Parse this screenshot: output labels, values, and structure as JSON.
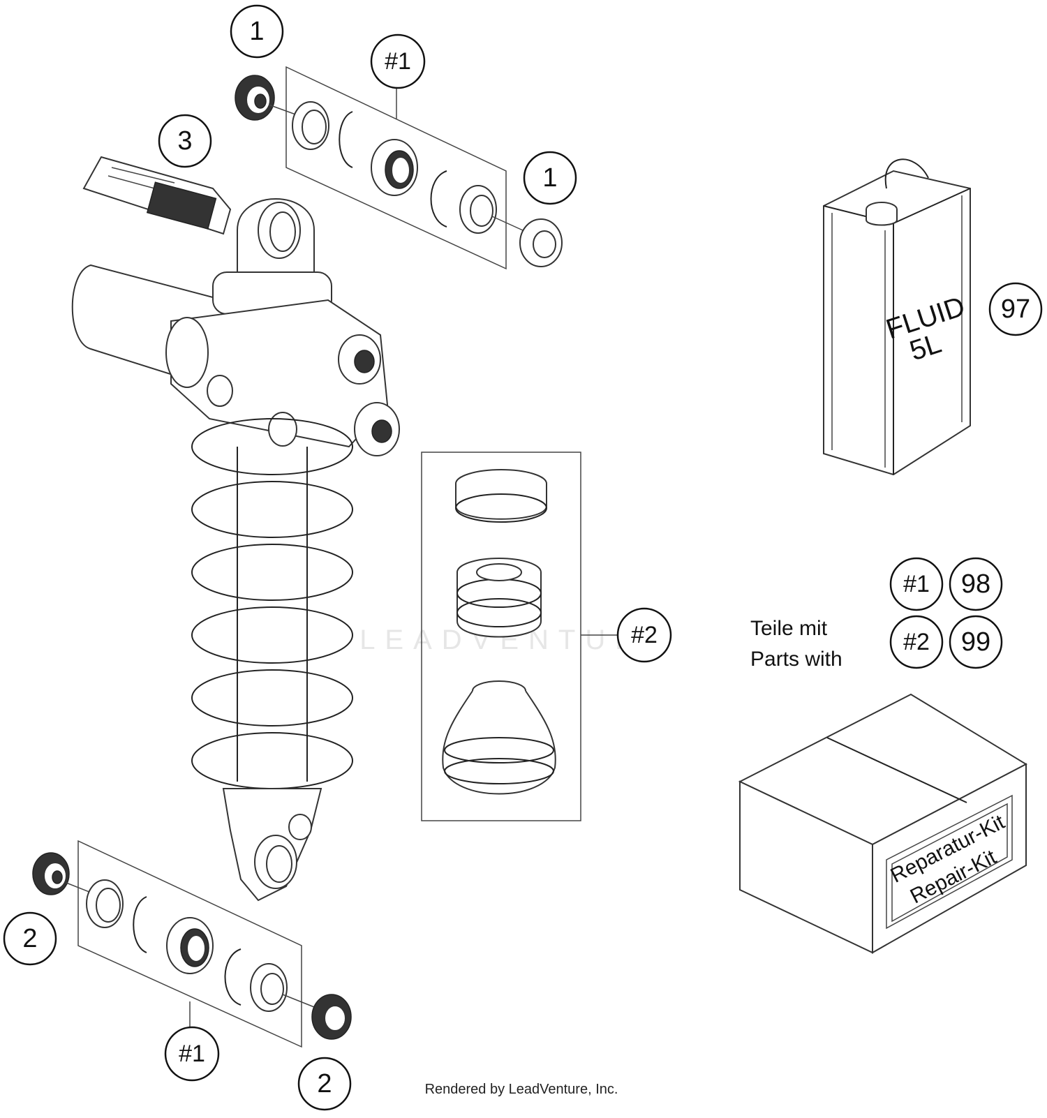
{
  "callouts": {
    "c1_top": "1",
    "c1_right": "1",
    "kit1_top": "#1",
    "c3": "3",
    "c97": "97",
    "kit2": "#2",
    "legend_kit1": "#1",
    "legend_98": "98",
    "legend_kit2": "#2",
    "legend_99": "99",
    "c2_left": "2",
    "kit1_bottom": "#1",
    "c2_bottom": "2"
  },
  "legend": {
    "line1": "Teile mit",
    "line2": "Parts with"
  },
  "fluid_can": {
    "line1": "FLUID",
    "line2": "5L"
  },
  "repair_box": {
    "line1": "Reparatur-Kit",
    "line2": "Repair-Kit"
  },
  "watermark": "LEADVENTURE",
  "footer": "Rendered by LeadVenture, Inc."
}
